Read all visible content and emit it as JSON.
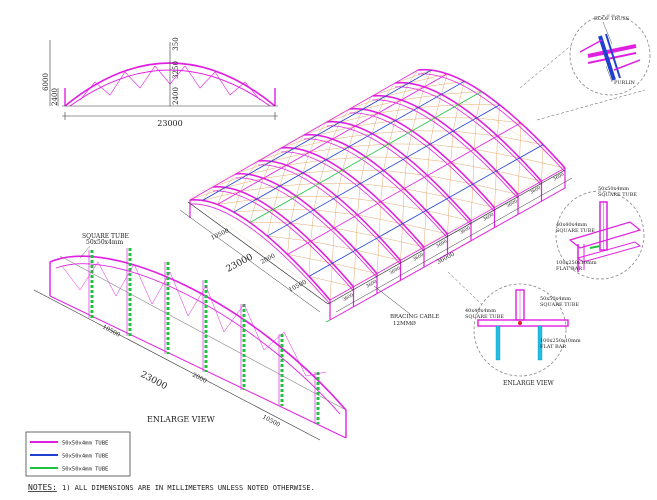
{
  "colors": {
    "pink_tube": "#e020e0",
    "blue_tube": "#2040d0",
    "green_tube": "#20c040",
    "bracing": "#e0a060",
    "line": "#333333",
    "detail_circle": "#888888"
  },
  "top_elevation": {
    "dim_6000": "6000",
    "dim_2400_left": "2400",
    "dim_350": "350",
    "dim_3250": "3250",
    "dim_2400_center": "2400",
    "dim_23000": "23000"
  },
  "main_iso": {
    "bay_labels": [
      "3600",
      "3600",
      "3600",
      "3600",
      "3600",
      "3600",
      "3600",
      "3600",
      "3600",
      "3600"
    ],
    "span_10500": "10500",
    "span_23000": "23000",
    "span_2000": "2000",
    "span_10500_b": "10500",
    "dim_36000": "36000",
    "bracing_cable_title": "BRACING CABLE",
    "bracing_cable_size": "12MMØ"
  },
  "roof_detail": {
    "roof_truss": "ROOF TRUSS",
    "purlin": "PURLIN"
  },
  "base_detail": {
    "tube_50x50x4_a": "50x50x4mm",
    "square_tube_a": "SQUARE TUBE",
    "tube_40x40x4": "40x40x4mm",
    "square_tube_b": "SQUARE TUBE",
    "flat_bar_size": "100x250x10mm",
    "flat_bar": "FLAT BAR"
  },
  "foot_detail": {
    "tube_40x40x4": "40x40x4mm",
    "square_tube_a": "SQUARE TUBE",
    "tube_50x50x4": "50x50x4mm",
    "square_tube_b": "SQUARE TUBE",
    "flat_bar_size": "100x250x10mm",
    "flat_bar": "FLAT BAR",
    "caption": "ENLARGE VIEW"
  },
  "enlarge_view": {
    "square_tube_title": "SQUARE TUBE",
    "square_tube_size": "50x50x4mm",
    "dim_10500": "10500",
    "dim_23000": "23000",
    "dim_2000": "2000",
    "dim_10500_b": "10500",
    "caption": "ENLARGE VIEW"
  },
  "legend": {
    "items": [
      {
        "color": "#e020e0",
        "label": "50x50x4mm  TUBE"
      },
      {
        "color": "#2040d0",
        "label": "50x50x4mm  TUBE"
      },
      {
        "color": "#20c040",
        "label": "50x50x4mm  TUBE"
      }
    ]
  },
  "notes": {
    "label": "NOTES:",
    "text": "1) ALL DIMENSIONS ARE IN MILLIMETERS UNLESS NOTED OTHERWISE."
  }
}
